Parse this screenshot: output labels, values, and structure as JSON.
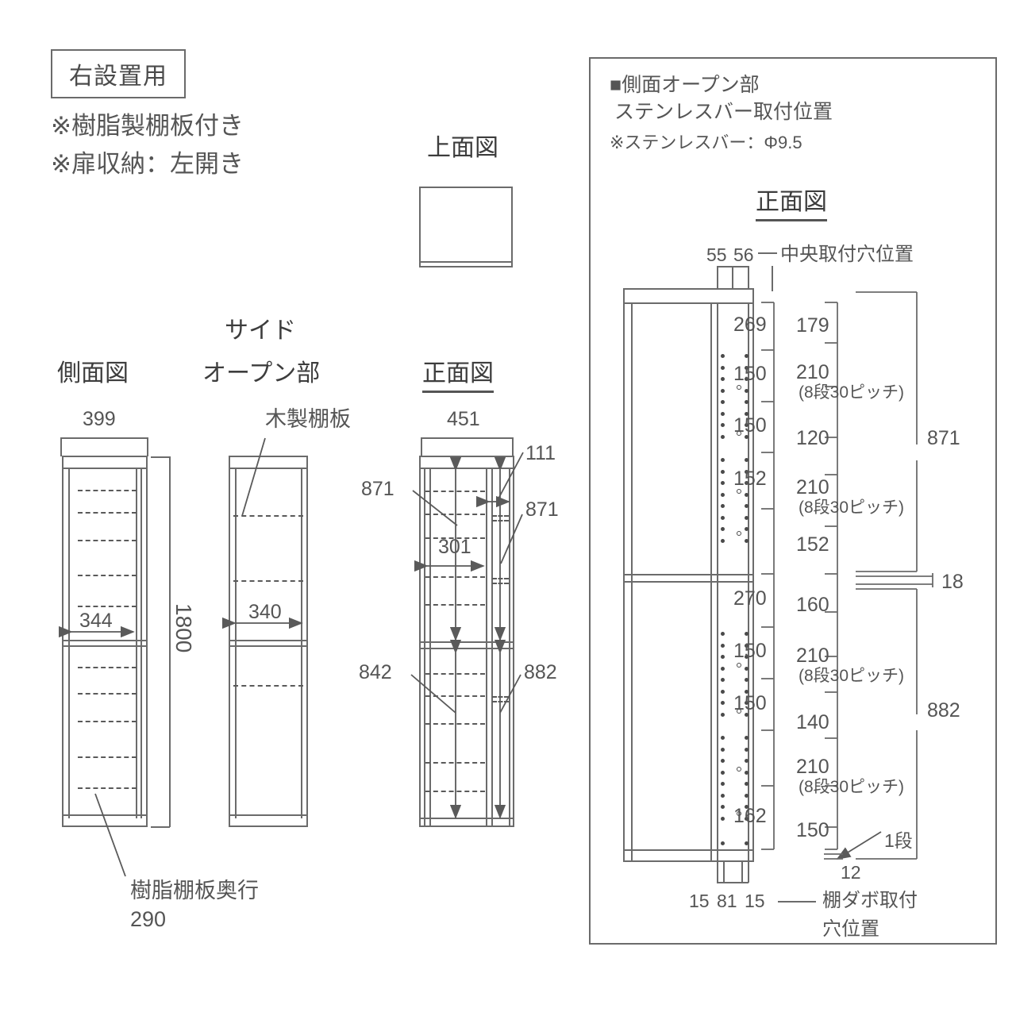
{
  "badge": {
    "label": "右設置用"
  },
  "notes": [
    "※樹脂製棚板付き",
    "※扉収納：左開き"
  ],
  "headings": {
    "top_view": "上面図",
    "side_view": "側面図",
    "side_open_1": "サイド",
    "side_open_2": "オープン部",
    "front_view": "正面図",
    "right_front_view": "正面図"
  },
  "side_view": {
    "width_label": "399",
    "inner_width_label": "344",
    "height_label": "1800",
    "callout_line1": "樹脂棚板奥行",
    "callout_line2": "290"
  },
  "side_open": {
    "shelf_callout": "木製棚板",
    "inner_width_label": "340"
  },
  "front_view": {
    "width_label": "451",
    "inner_width_label": "301",
    "upper_left_height": "871",
    "upper_right_height": "871",
    "gap_label": "111",
    "lower_left_height": "842",
    "lower_right_height": "882"
  },
  "right_panel": {
    "title_line1": "■側面オープン部",
    "title_line2": "ステンレスバー取付位置",
    "subtitle": "※ステンレスバー：Φ9.5",
    "view_title": "正面図",
    "top_dims": {
      "a": "55",
      "b": "56",
      "center_hole_label": "中央取付穴位置"
    },
    "bottom_dims": {
      "a": "15",
      "b": "81",
      "c": "15",
      "shelf_pin_label_1": "棚ダボ取付",
      "shelf_pin_label_2": "穴位置"
    },
    "chain_left": [
      "269",
      "150",
      "150",
      "152",
      "270",
      "150",
      "150",
      "162"
    ],
    "chain_right": [
      {
        "value": "179",
        "sub": ""
      },
      {
        "value": "210",
        "sub": "(8段30ピッチ)"
      },
      {
        "value": "120",
        "sub": ""
      },
      {
        "value": "210",
        "sub": "(8段30ピッチ)"
      },
      {
        "value": "152",
        "sub": ""
      },
      {
        "value": "160",
        "sub": ""
      },
      {
        "value": "210",
        "sub": "(8段30ピッチ)"
      },
      {
        "value": "140",
        "sub": ""
      },
      {
        "value": "210",
        "sub": "(8段30ピッチ)"
      },
      {
        "value": "150",
        "sub": ""
      }
    ],
    "outer_upper": "871",
    "middle_band": "18",
    "outer_lower": "882",
    "step_label": "1段",
    "step_value": "12"
  },
  "colors": {
    "line": "#6b6b6b",
    "text": "#555555",
    "dash": "#5a5a5a",
    "dot": "#4a4a4a"
  }
}
